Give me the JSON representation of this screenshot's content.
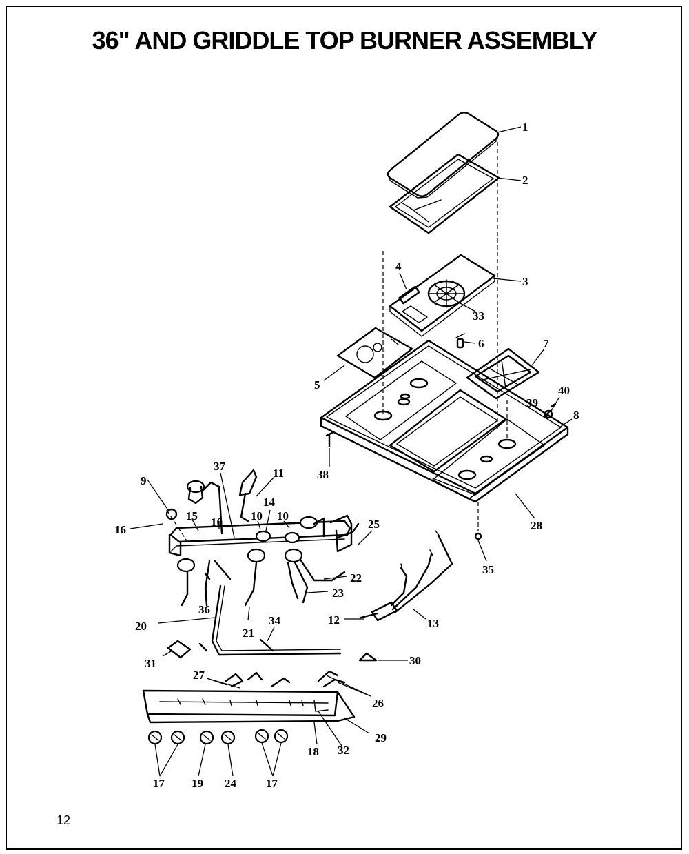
{
  "title": "36\" AND GRIDDLE TOP BURNER ASSEMBLY",
  "page_number": "12",
  "callouts": {
    "c1": "1",
    "c2": "2",
    "c3": "3",
    "c4": "4",
    "c5": "5",
    "c6": "6",
    "c7": "7",
    "c8": "8",
    "c9": "9",
    "c10a": "10",
    "c10b": "10",
    "c10c": "10",
    "c11": "11",
    "c12": "12",
    "c13": "13",
    "c14": "14",
    "c15": "15",
    "c16": "16",
    "c17a": "17",
    "c17b": "17",
    "c18": "18",
    "c19": "19",
    "c20": "20",
    "c21": "21",
    "c22": "22",
    "c23": "23",
    "c24": "24",
    "c25": "25",
    "c26": "26",
    "c27": "27",
    "c28": "28",
    "c29": "29",
    "c30": "30",
    "c31": "31",
    "c32": "32",
    "c33": "33",
    "c34": "34",
    "c35": "35",
    "c36": "36",
    "c37": "37",
    "c38": "38",
    "c39": "39",
    "c40": "40"
  }
}
